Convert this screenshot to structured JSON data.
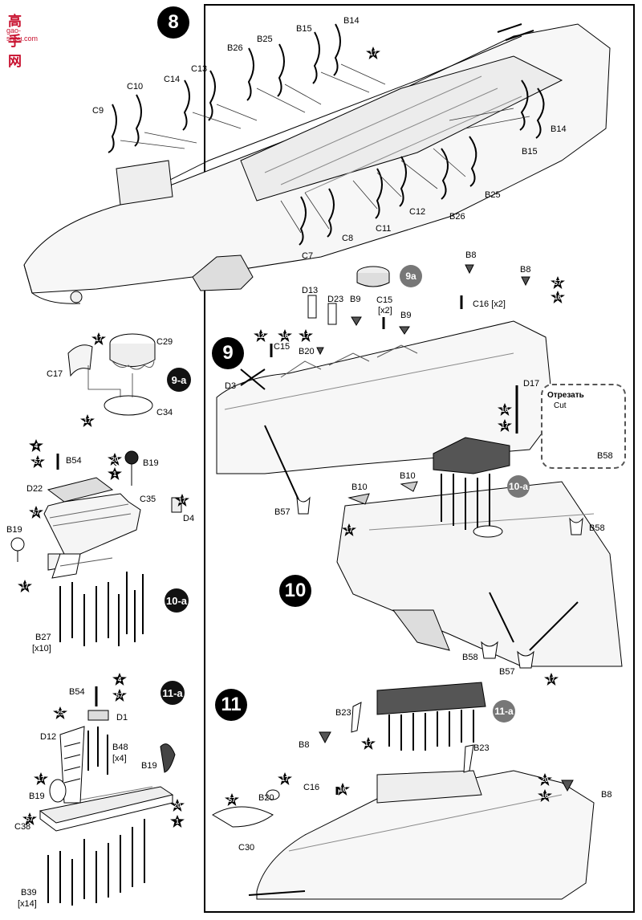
{
  "watermark": {
    "title": "高手网",
    "url": "gao-shou.com"
  },
  "steps": [
    "8",
    "9",
    "10",
    "11"
  ],
  "subassemblies": [
    "9-a",
    "10-a",
    "11-a"
  ],
  "detail_tags": [
    "9a",
    "10-a",
    "11-a"
  ],
  "cut_callout": {
    "ru": "Отрезать",
    "en": "Cut",
    "part": "B58"
  },
  "labels": {
    "s8": [
      "B14",
      "B15",
      "B25",
      "B26",
      "C13",
      "C14",
      "C10",
      "C9",
      "B14",
      "B15",
      "B25",
      "B26",
      "C12",
      "C11",
      "C8",
      "C7"
    ],
    "s9a": [
      "C29",
      "C17",
      "C34"
    ],
    "s10a": [
      "B54",
      "B19",
      "D22",
      "C35",
      "D4",
      "B19",
      "B27",
      "[x10]"
    ],
    "s11a": [
      "B54",
      "D1",
      "B48",
      "[x4]",
      "D12",
      "B19",
      "B19",
      "C38",
      "B39",
      "[x14]"
    ],
    "s9": [
      "B8",
      "B8",
      "D13",
      "D23",
      "B9",
      "C15",
      "[x2]",
      "B9",
      "C16 [x2]",
      "C15",
      "B20",
      "D3",
      "D17",
      "B57"
    ],
    "s10": [
      "B10",
      "B10",
      "B58",
      "B58",
      "B57"
    ],
    "s11": [
      "B23",
      "B23",
      "B8",
      "C16",
      "B20",
      "B8",
      "C30"
    ]
  },
  "paint_codes": {
    "s8": [
      "17"
    ],
    "s9a": [
      "17",
      "17"
    ],
    "s10a": [
      "4",
      "57",
      "20",
      "1",
      "57",
      "17",
      "17"
    ],
    "s11a": [
      "4",
      "57",
      "25",
      "17",
      "20",
      "57",
      "1"
    ],
    "s9": [
      "57",
      "16",
      "12",
      "16",
      "17",
      "16",
      "17"
    ],
    "s10": [
      "17",
      "17"
    ],
    "s11": [
      "17",
      "16",
      "17",
      "57",
      "20",
      "16"
    ]
  }
}
